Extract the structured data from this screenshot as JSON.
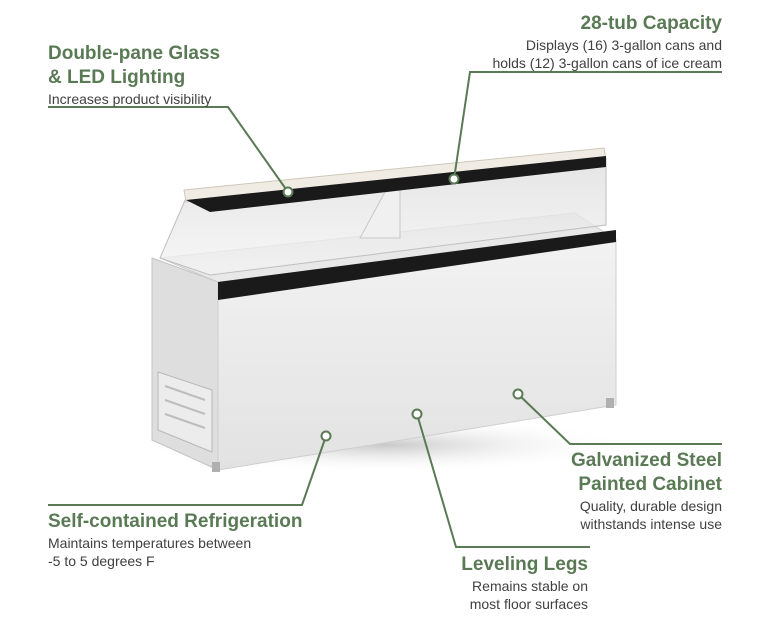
{
  "colors": {
    "accent": "#5a7a55",
    "text": "#404040"
  },
  "callouts": {
    "glass": {
      "title_line1": "Double-pane Glass",
      "title_line2": "& LED Lighting",
      "desc_line1": "Increases product visibility",
      "icon": "dot-marker-icon"
    },
    "capacity": {
      "title_line1": "28-tub Capacity",
      "desc_line1": "Displays (16) 3-gallon cans and",
      "desc_line2": "holds (12) 3-gallon cans of ice cream",
      "icon": "dot-marker-icon"
    },
    "cabinet": {
      "title_line1": "Galvanized Steel",
      "title_line2": "Painted Cabinet",
      "desc_line1": "Quality, durable design",
      "desc_line2": "withstands intense use",
      "icon": "dot-marker-icon"
    },
    "refrigeration": {
      "title_line1": "Self-contained Refrigeration",
      "desc_line1": "Maintains temperatures between",
      "desc_line2": "-5 to 5 degrees F",
      "icon": "dot-marker-icon"
    },
    "legs": {
      "title_line1": "Leveling Legs",
      "desc_line1": "Remains stable on",
      "desc_line2": "most floor surfaces",
      "icon": "dot-marker-icon"
    }
  }
}
